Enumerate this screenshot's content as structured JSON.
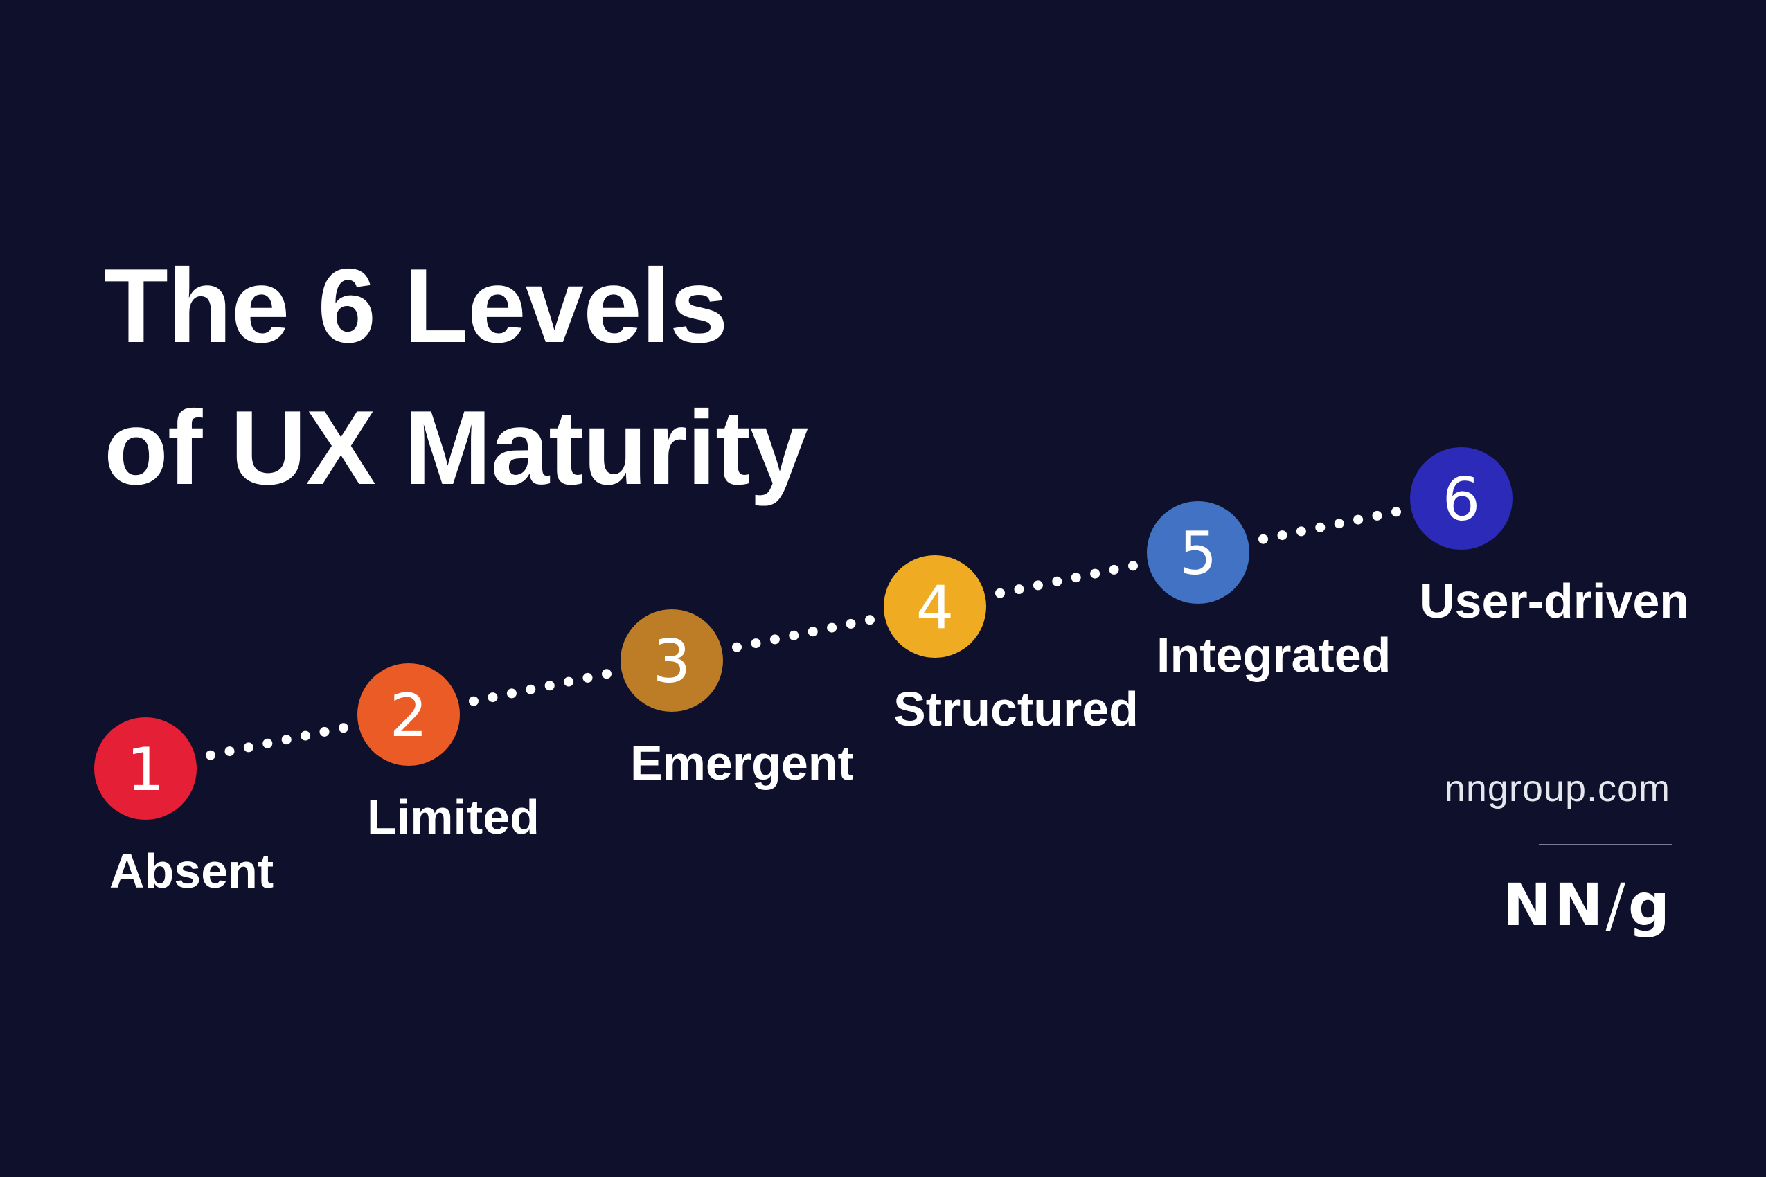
{
  "title": {
    "line1": "The 6 Levels",
    "line2": "of UX Maturity"
  },
  "levels": [
    {
      "number": "1",
      "label": "Absent",
      "color": "#e51f35"
    },
    {
      "number": "2",
      "label": "Limited",
      "color": "#eb5b26"
    },
    {
      "number": "3",
      "label": "Emergent",
      "color": "#bc7d26"
    },
    {
      "number": "4",
      "label": "Structured",
      "color": "#efac22"
    },
    {
      "number": "5",
      "label": "Integrated",
      "color": "#4272c3"
    },
    {
      "number": "6",
      "label": "User-driven",
      "color": "#2b2ab9"
    }
  ],
  "footer": {
    "site": "nngroup.com",
    "logo_left": "NN",
    "logo_slash": "/",
    "logo_right": "g"
  }
}
